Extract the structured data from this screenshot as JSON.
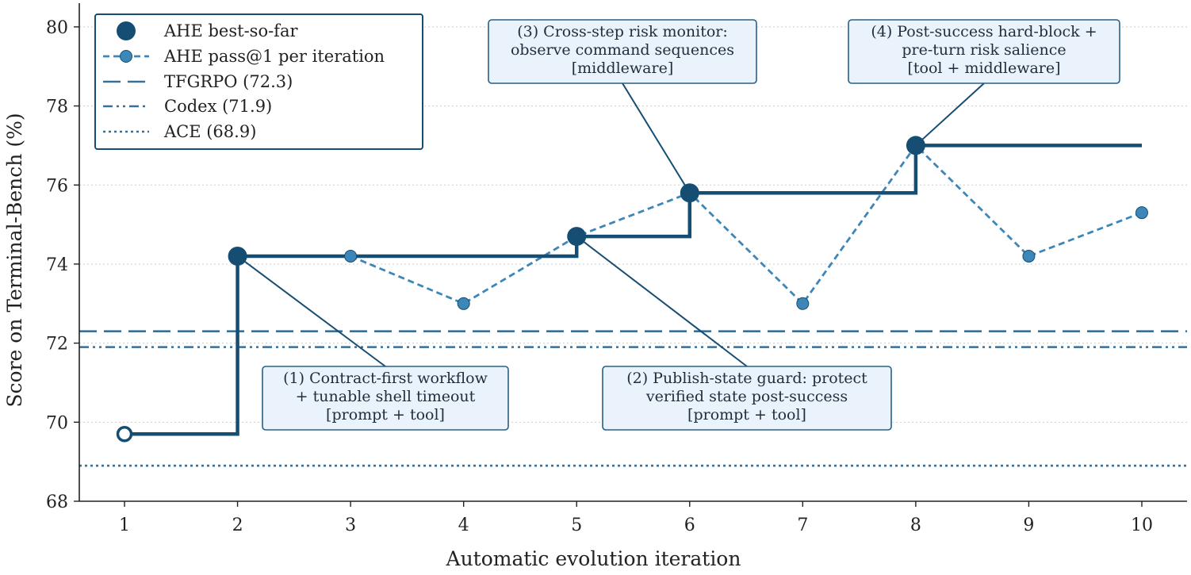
{
  "chart_data": {
    "type": "line",
    "xlabel": "Automatic evolution iteration",
    "ylabel": "Score on Terminal-Bench (%)",
    "xlim": [
      0.6,
      10.4
    ],
    "ylim": [
      68,
      80.6
    ],
    "xticks": [
      1,
      2,
      3,
      4,
      5,
      6,
      7,
      8,
      9,
      10
    ],
    "yticks": [
      68,
      70,
      72,
      74,
      76,
      78,
      80
    ],
    "grid": "horizontal dotted",
    "legend_position": "top-left",
    "colors": {
      "best": "#164e73",
      "pass": "#3d86b8",
      "baseline": "#3a6f96",
      "annotation_fill": "#eaf2fb",
      "annotation_border": "#2a5f85"
    },
    "best_so_far": {
      "name": "AHE best-so-far",
      "x": [
        1,
        2,
        3,
        4,
        5,
        6,
        7,
        8,
        9,
        10
      ],
      "y": [
        69.7,
        74.2,
        74.2,
        74.2,
        74.7,
        75.8,
        75.8,
        77.0,
        77.0,
        77.0
      ],
      "marker_points": [
        {
          "x": 1,
          "y": 69.7,
          "style": "open"
        },
        {
          "x": 2,
          "y": 74.2,
          "style": "filled"
        },
        {
          "x": 5,
          "y": 74.7,
          "style": "filled"
        },
        {
          "x": 6,
          "y": 75.8,
          "style": "filled"
        },
        {
          "x": 8,
          "y": 77.0,
          "style": "filled"
        }
      ]
    },
    "pass_at_1": {
      "name": "AHE pass@1 per iteration",
      "x": [
        2,
        3,
        4,
        5,
        6,
        7,
        8,
        9,
        10
      ],
      "y": [
        74.2,
        74.2,
        73.0,
        74.7,
        75.8,
        73.0,
        77.0,
        74.2,
        75.3
      ]
    },
    "baselines": [
      {
        "name": "TFGRPO (72.3)",
        "value": 72.3,
        "style": "dashed"
      },
      {
        "name": "Codex (71.9)",
        "value": 71.9,
        "style": "dashdotdot"
      },
      {
        "name": "ACE (68.9)",
        "value": 68.9,
        "style": "dotted"
      }
    ],
    "annotations": [
      {
        "lines": [
          "(1) Contract-first workflow",
          "+ tunable shell timeout",
          "[prompt + tool]"
        ],
        "target": {
          "x": 2,
          "y": 74.2
        }
      },
      {
        "lines": [
          "(2) Publish-state guard: protect",
          "verified state post-success",
          "[prompt + tool]"
        ],
        "target": {
          "x": 5,
          "y": 74.7
        }
      },
      {
        "lines": [
          "(3) Cross-step risk monitor:",
          "observe command sequences",
          "[middleware]"
        ],
        "target": {
          "x": 6,
          "y": 75.8
        }
      },
      {
        "lines": [
          "(4) Post-success hard-block +",
          "pre-turn risk salience",
          "[tool + middleware]"
        ],
        "target": {
          "x": 8,
          "y": 77.0
        }
      }
    ]
  }
}
